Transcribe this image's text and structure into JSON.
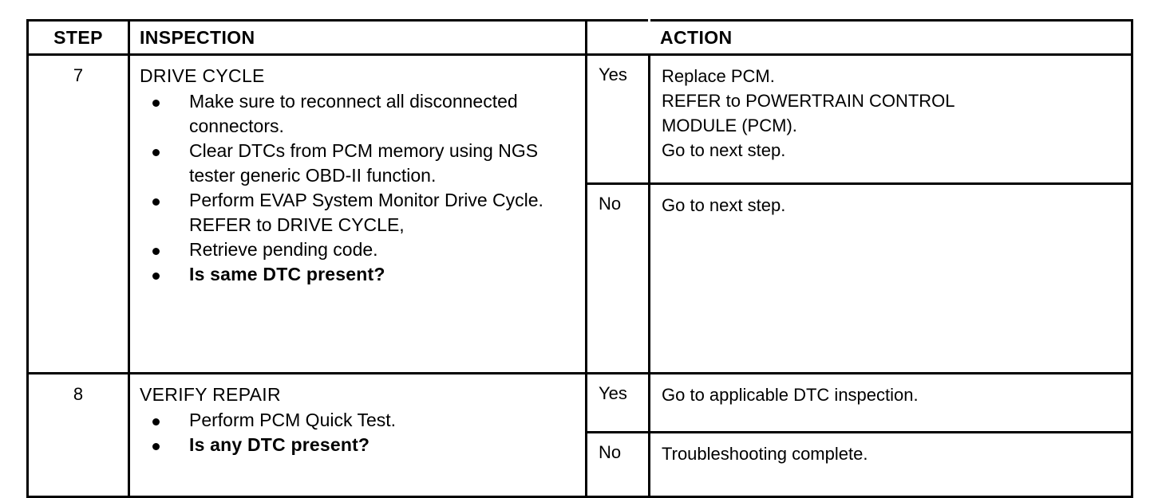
{
  "document": {
    "type": "diagnostic-procedure-table",
    "background_color": "#ffffff",
    "ink_color": "#000000"
  },
  "table": {
    "headers": {
      "step": "STEP",
      "inspection": "INSPECTION",
      "result": "",
      "action": "ACTION"
    },
    "rows": [
      {
        "step": "7",
        "inspection": {
          "heading": "DRIVE CYCLE",
          "items": [
            {
              "bullet": true,
              "bold": false,
              "text": "Make sure to reconnect all disconnected connectors."
            },
            {
              "bullet": true,
              "bold": false,
              "text": "Clear DTCs from PCM memory using NGS tester generic OBD-II function."
            },
            {
              "bullet": true,
              "bold": false,
              "text": "Perform EVAP System Monitor Drive Cycle."
            },
            {
              "bullet": false,
              "bold": false,
              "text": "REFER to DRIVE CYCLE,"
            },
            {
              "bullet": true,
              "bold": false,
              "text": "Retrieve pending code."
            },
            {
              "bullet": true,
              "bold": true,
              "text": "Is same DTC present?"
            }
          ]
        },
        "outcomes": [
          {
            "result": "Yes",
            "action_lines": [
              "Replace PCM.",
              "REFER to POWERTRAIN CONTROL",
              "MODULE (PCM).",
              "Go to next step."
            ]
          },
          {
            "result": "No",
            "action_lines": [
              "Go to next step."
            ]
          }
        ]
      },
      {
        "step": "8",
        "inspection": {
          "heading": "VERIFY REPAIR",
          "items": [
            {
              "bullet": true,
              "bold": false,
              "text": "Perform PCM Quick Test."
            },
            {
              "bullet": true,
              "bold": true,
              "text": "Is any DTC present?"
            }
          ]
        },
        "outcomes": [
          {
            "result": "Yes",
            "action_lines": [
              "Go to applicable DTC inspection."
            ]
          },
          {
            "result": "No",
            "action_lines": [
              "Troubleshooting complete."
            ]
          }
        ]
      }
    ]
  }
}
